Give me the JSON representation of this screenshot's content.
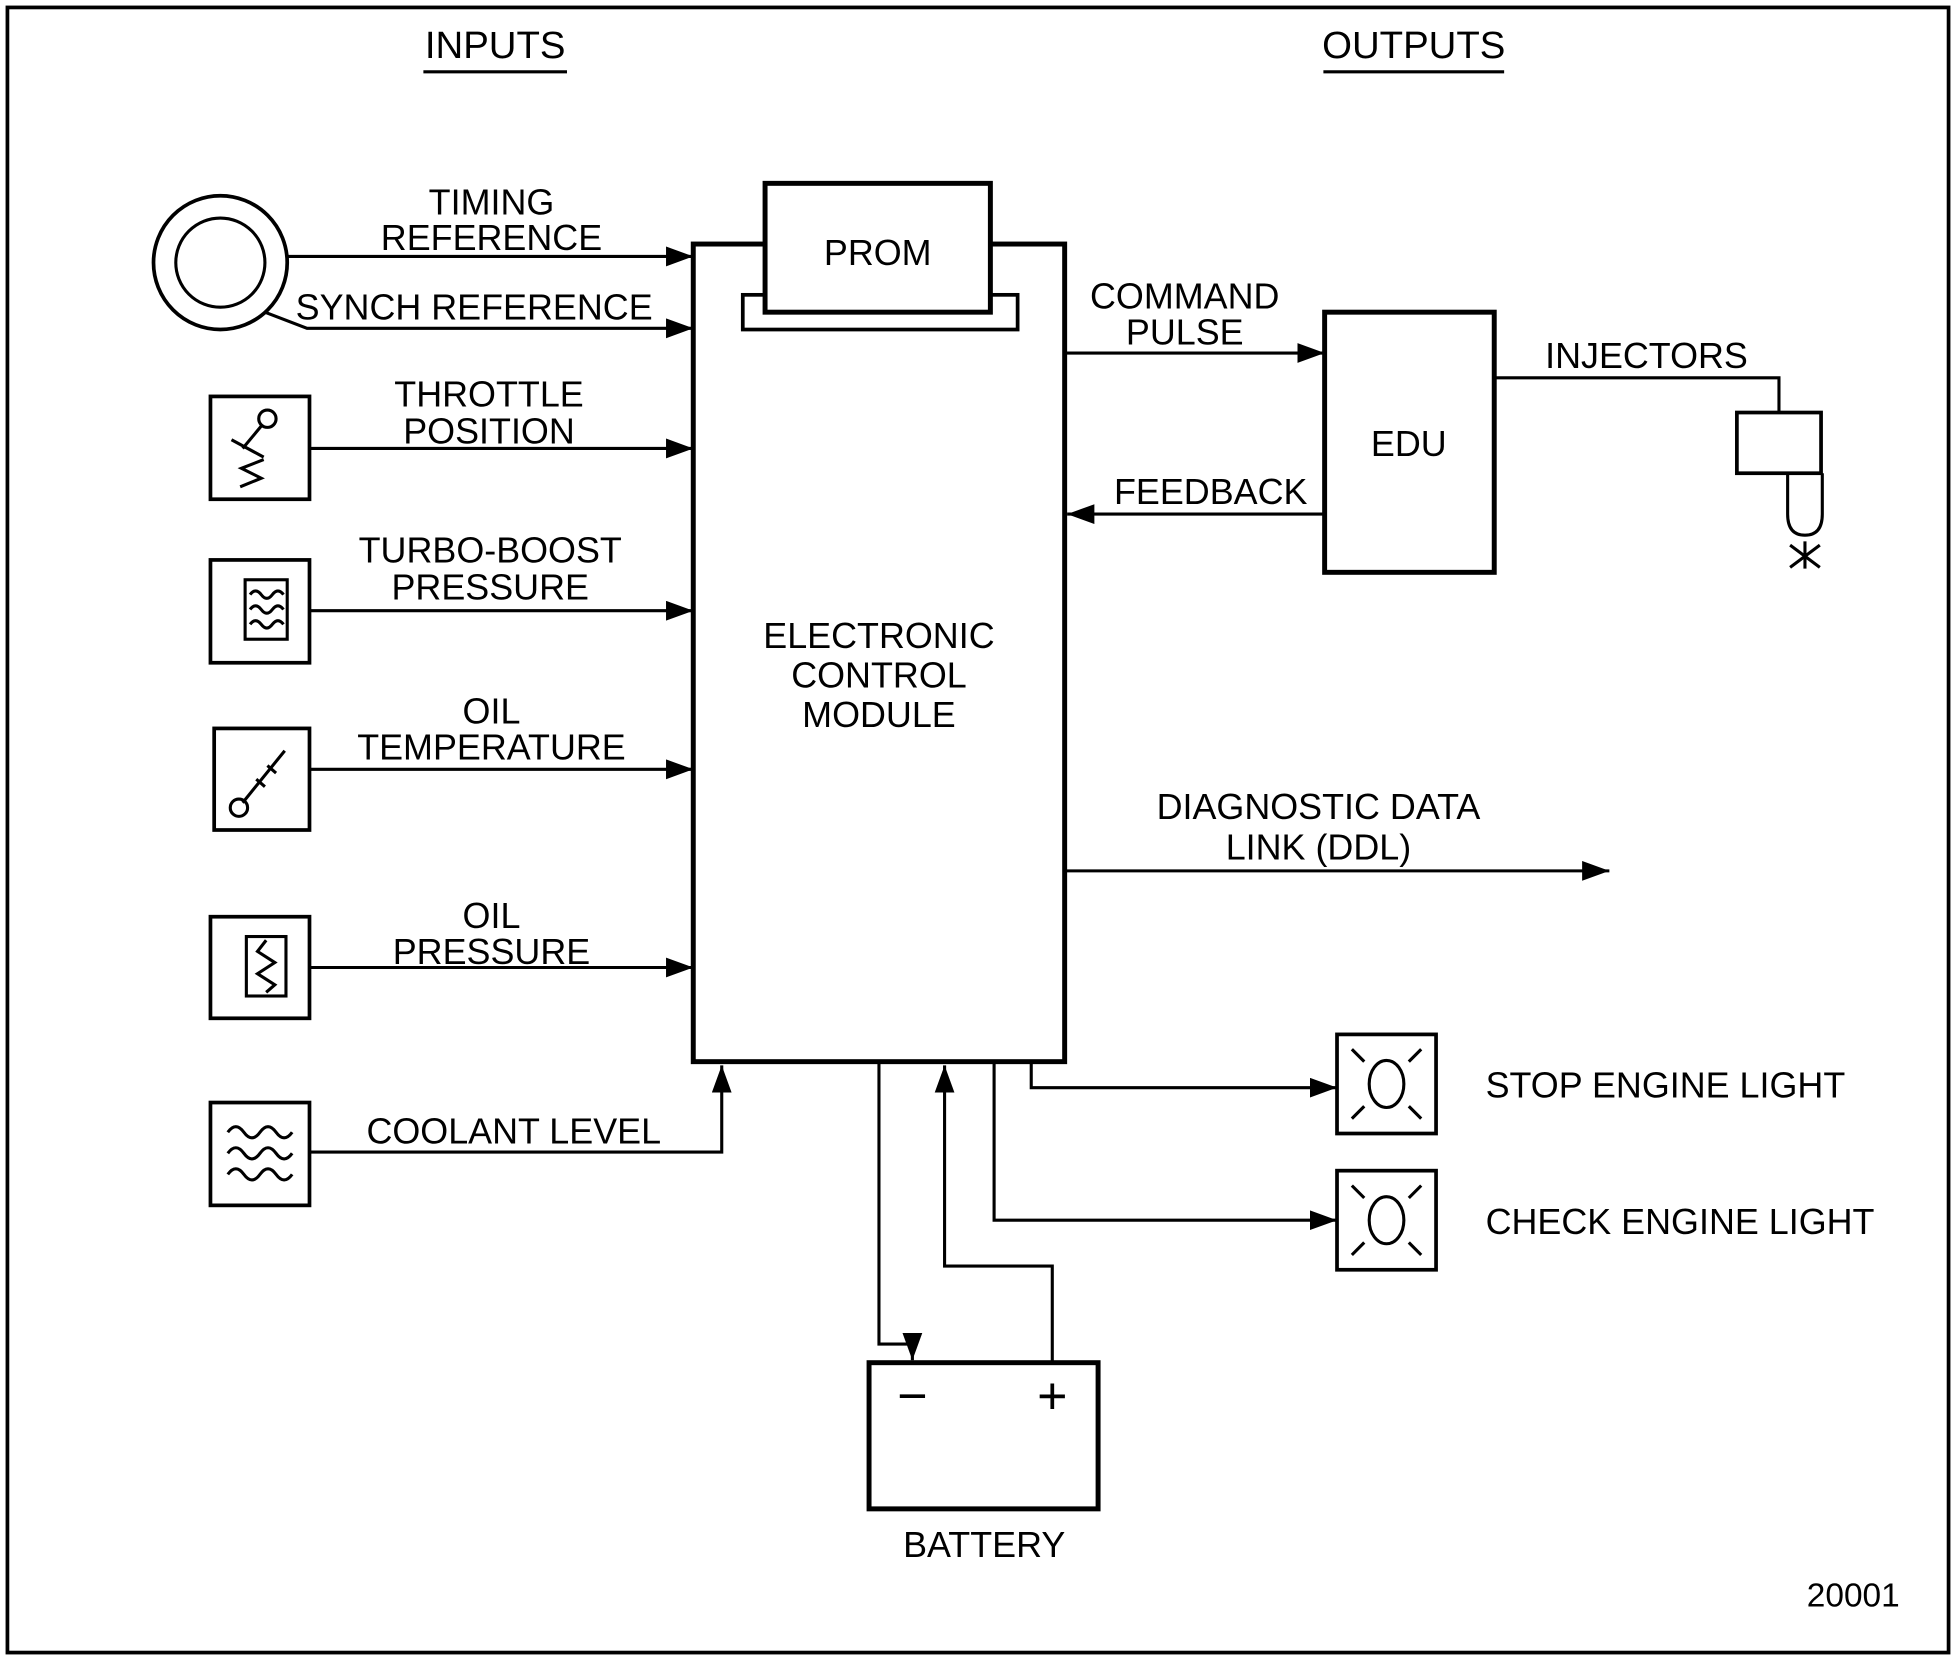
{
  "colors": {
    "ink": "#000000",
    "paper": "#ffffff"
  },
  "headers": {
    "inputs": "INPUTS",
    "outputs": "OUTPUTS"
  },
  "ecm": {
    "line1": "ELECTRONIC",
    "line2": "CONTROL",
    "line3": "MODULE",
    "prom": "PROM"
  },
  "inputs": {
    "timing_reference": {
      "line1": "TIMING",
      "line2": "REFERENCE"
    },
    "synch_reference": "SYNCH REFERENCE",
    "throttle_position": {
      "line1": "THROTTLE",
      "line2": "POSITION"
    },
    "turbo_boost_pressure": {
      "line1": "TURBO-BOOST",
      "line2": "PRESSURE"
    },
    "oil_temperature": {
      "line1": "OIL",
      "line2": "TEMPERATURE"
    },
    "oil_pressure": {
      "line1": "OIL",
      "line2": "PRESSURE"
    },
    "coolant_level": "COOLANT LEVEL"
  },
  "outputs": {
    "command_pulse": {
      "line1": "COMMAND",
      "line2": "PULSE"
    },
    "feedback": "FEEDBACK",
    "edu": "EDU",
    "injectors": "INJECTORS",
    "diagnostic_data_link": {
      "line1": "DIAGNOSTIC DATA",
      "line2": "LINK (DDL)"
    },
    "stop_engine_light": "STOP ENGINE LIGHT",
    "check_engine_light": "CHECK ENGINE LIGHT"
  },
  "battery": {
    "label": "BATTERY",
    "minus": "−",
    "plus": "+"
  },
  "figure_number": "20001"
}
